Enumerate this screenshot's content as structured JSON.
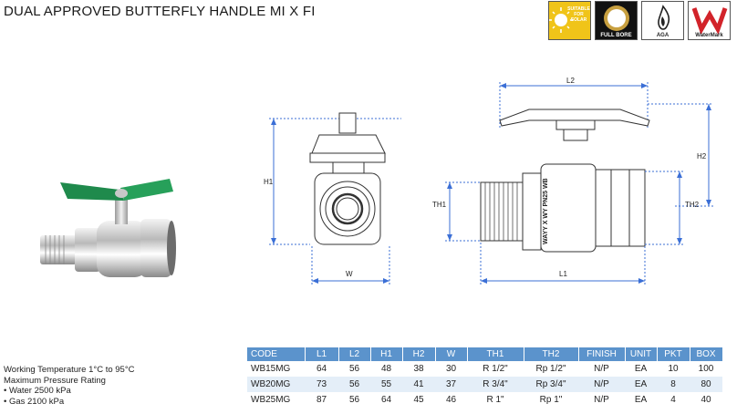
{
  "title": "DUAL APPROVED BUTTERFLY HANDLE MI X FI",
  "badges": {
    "solar": {
      "text_1": "SUITABLE",
      "text_2": "FOR",
      "text_3": "SOLAR"
    },
    "full_bore": "FULL BORE",
    "aga": "AGA",
    "watermark": "WaterMark"
  },
  "dimensions": {
    "h1": "H1",
    "w": "W",
    "l2": "L2",
    "h2": "H2",
    "th1": "TH1",
    "th2": "TH2",
    "l1": "L1"
  },
  "valve_marking": "WAYY X WY PN25 WB",
  "specs": {
    "line1": "Working Temperature  1°C to 95°C",
    "line2": "Maximum Pressure Rating",
    "line3": "• Water 2500 kPa",
    "line4": "• Gas 2100 kPa"
  },
  "table": {
    "headers": [
      "CODE",
      "L1",
      "L2",
      "H1",
      "H2",
      "W",
      "TH1",
      "TH2",
      "FINISH",
      "UNIT",
      "PKT",
      "BOX"
    ],
    "rows": [
      [
        "WB15MG",
        "64",
        "56",
        "48",
        "38",
        "30",
        "R 1/2\"",
        "Rp 1/2\"",
        "N/P",
        "EA",
        "10",
        "100"
      ],
      [
        "WB20MG",
        "73",
        "56",
        "55",
        "41",
        "37",
        "R 3/4\"",
        "Rp 3/4\"",
        "N/P",
        "EA",
        "8",
        "80"
      ],
      [
        "WB25MG",
        "87",
        "56",
        "64",
        "45",
        "46",
        "R 1\"",
        "Rp 1\"",
        "N/P",
        "EA",
        "4",
        "40"
      ]
    ]
  },
  "colors": {
    "header_blue": "#5b93cc",
    "row_alt": "#e4eef8",
    "handle_green": "#1f8a4c",
    "solar_yellow": "#f0c419",
    "watermark_red": "#d2232a"
  },
  "icons": [
    "sun-icon",
    "full-bore-ring-icon",
    "flame-icon",
    "watermark-logo-icon"
  ]
}
